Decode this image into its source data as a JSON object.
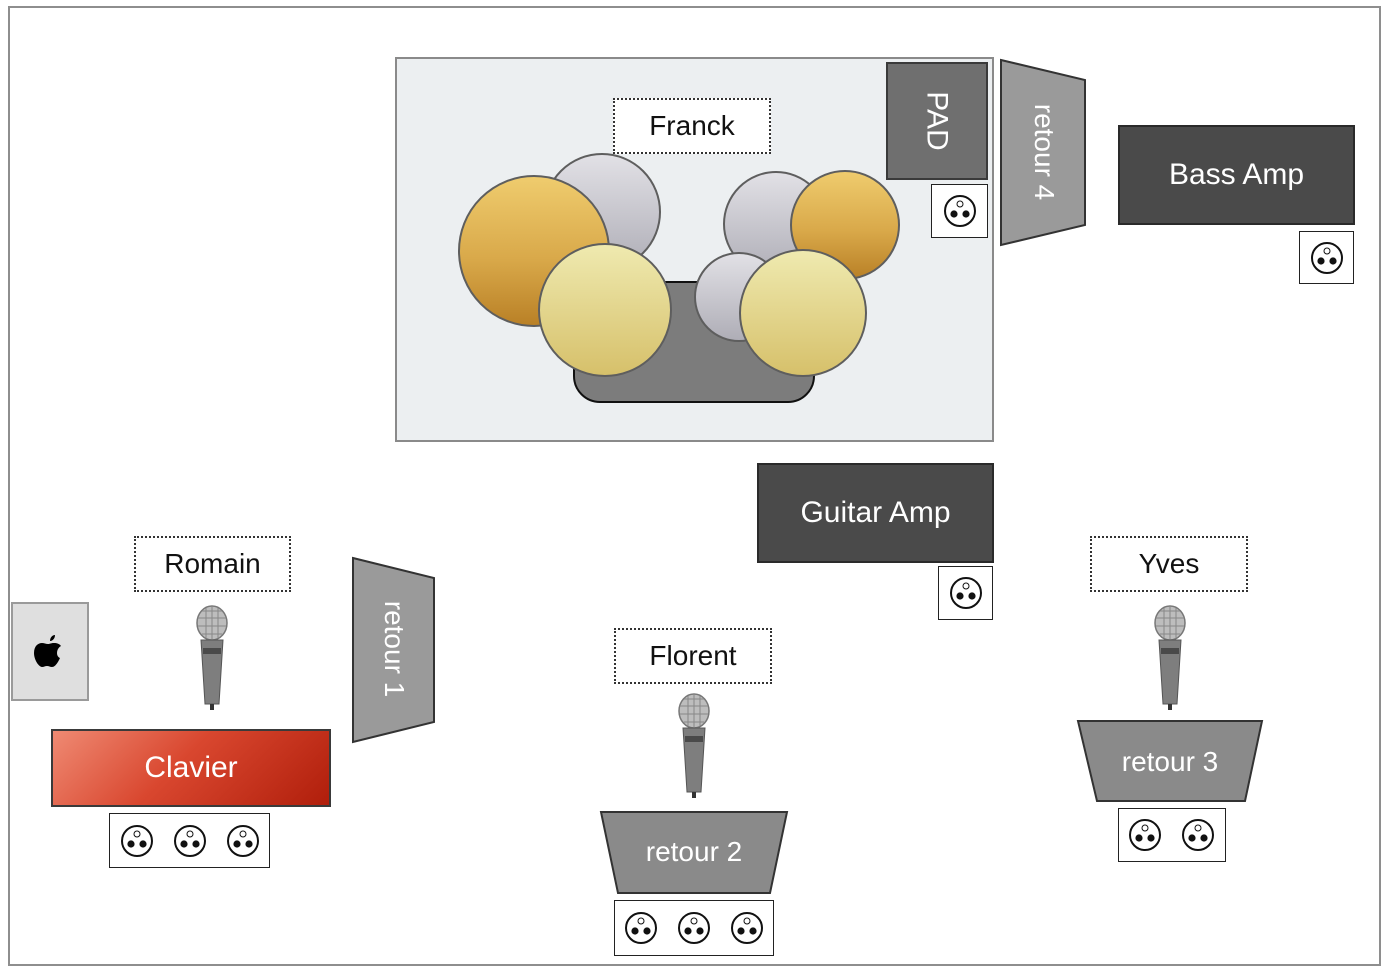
{
  "musicians": {
    "franck": "Franck",
    "romain": "Romain",
    "florent": "Florent",
    "yves": "Yves"
  },
  "instruments": {
    "pad": "PAD",
    "bass_amp": "Bass Amp",
    "guitar_amp": "Guitar Amp",
    "clavier": "Clavier"
  },
  "monitors": {
    "retour1": "retour 1",
    "retour2": "retour 2",
    "retour3": "retour 3",
    "retour4": "retour 4"
  },
  "icons": {
    "laptop": "apple-logo-icon",
    "mic": "microphone-icon",
    "xlr": "xlr-jack-icon"
  },
  "colors": {
    "amp": "#4a4a4a",
    "monitor": "#8a8a8a",
    "clavier": "#c8321c",
    "drum_zone": "#eceff1"
  }
}
